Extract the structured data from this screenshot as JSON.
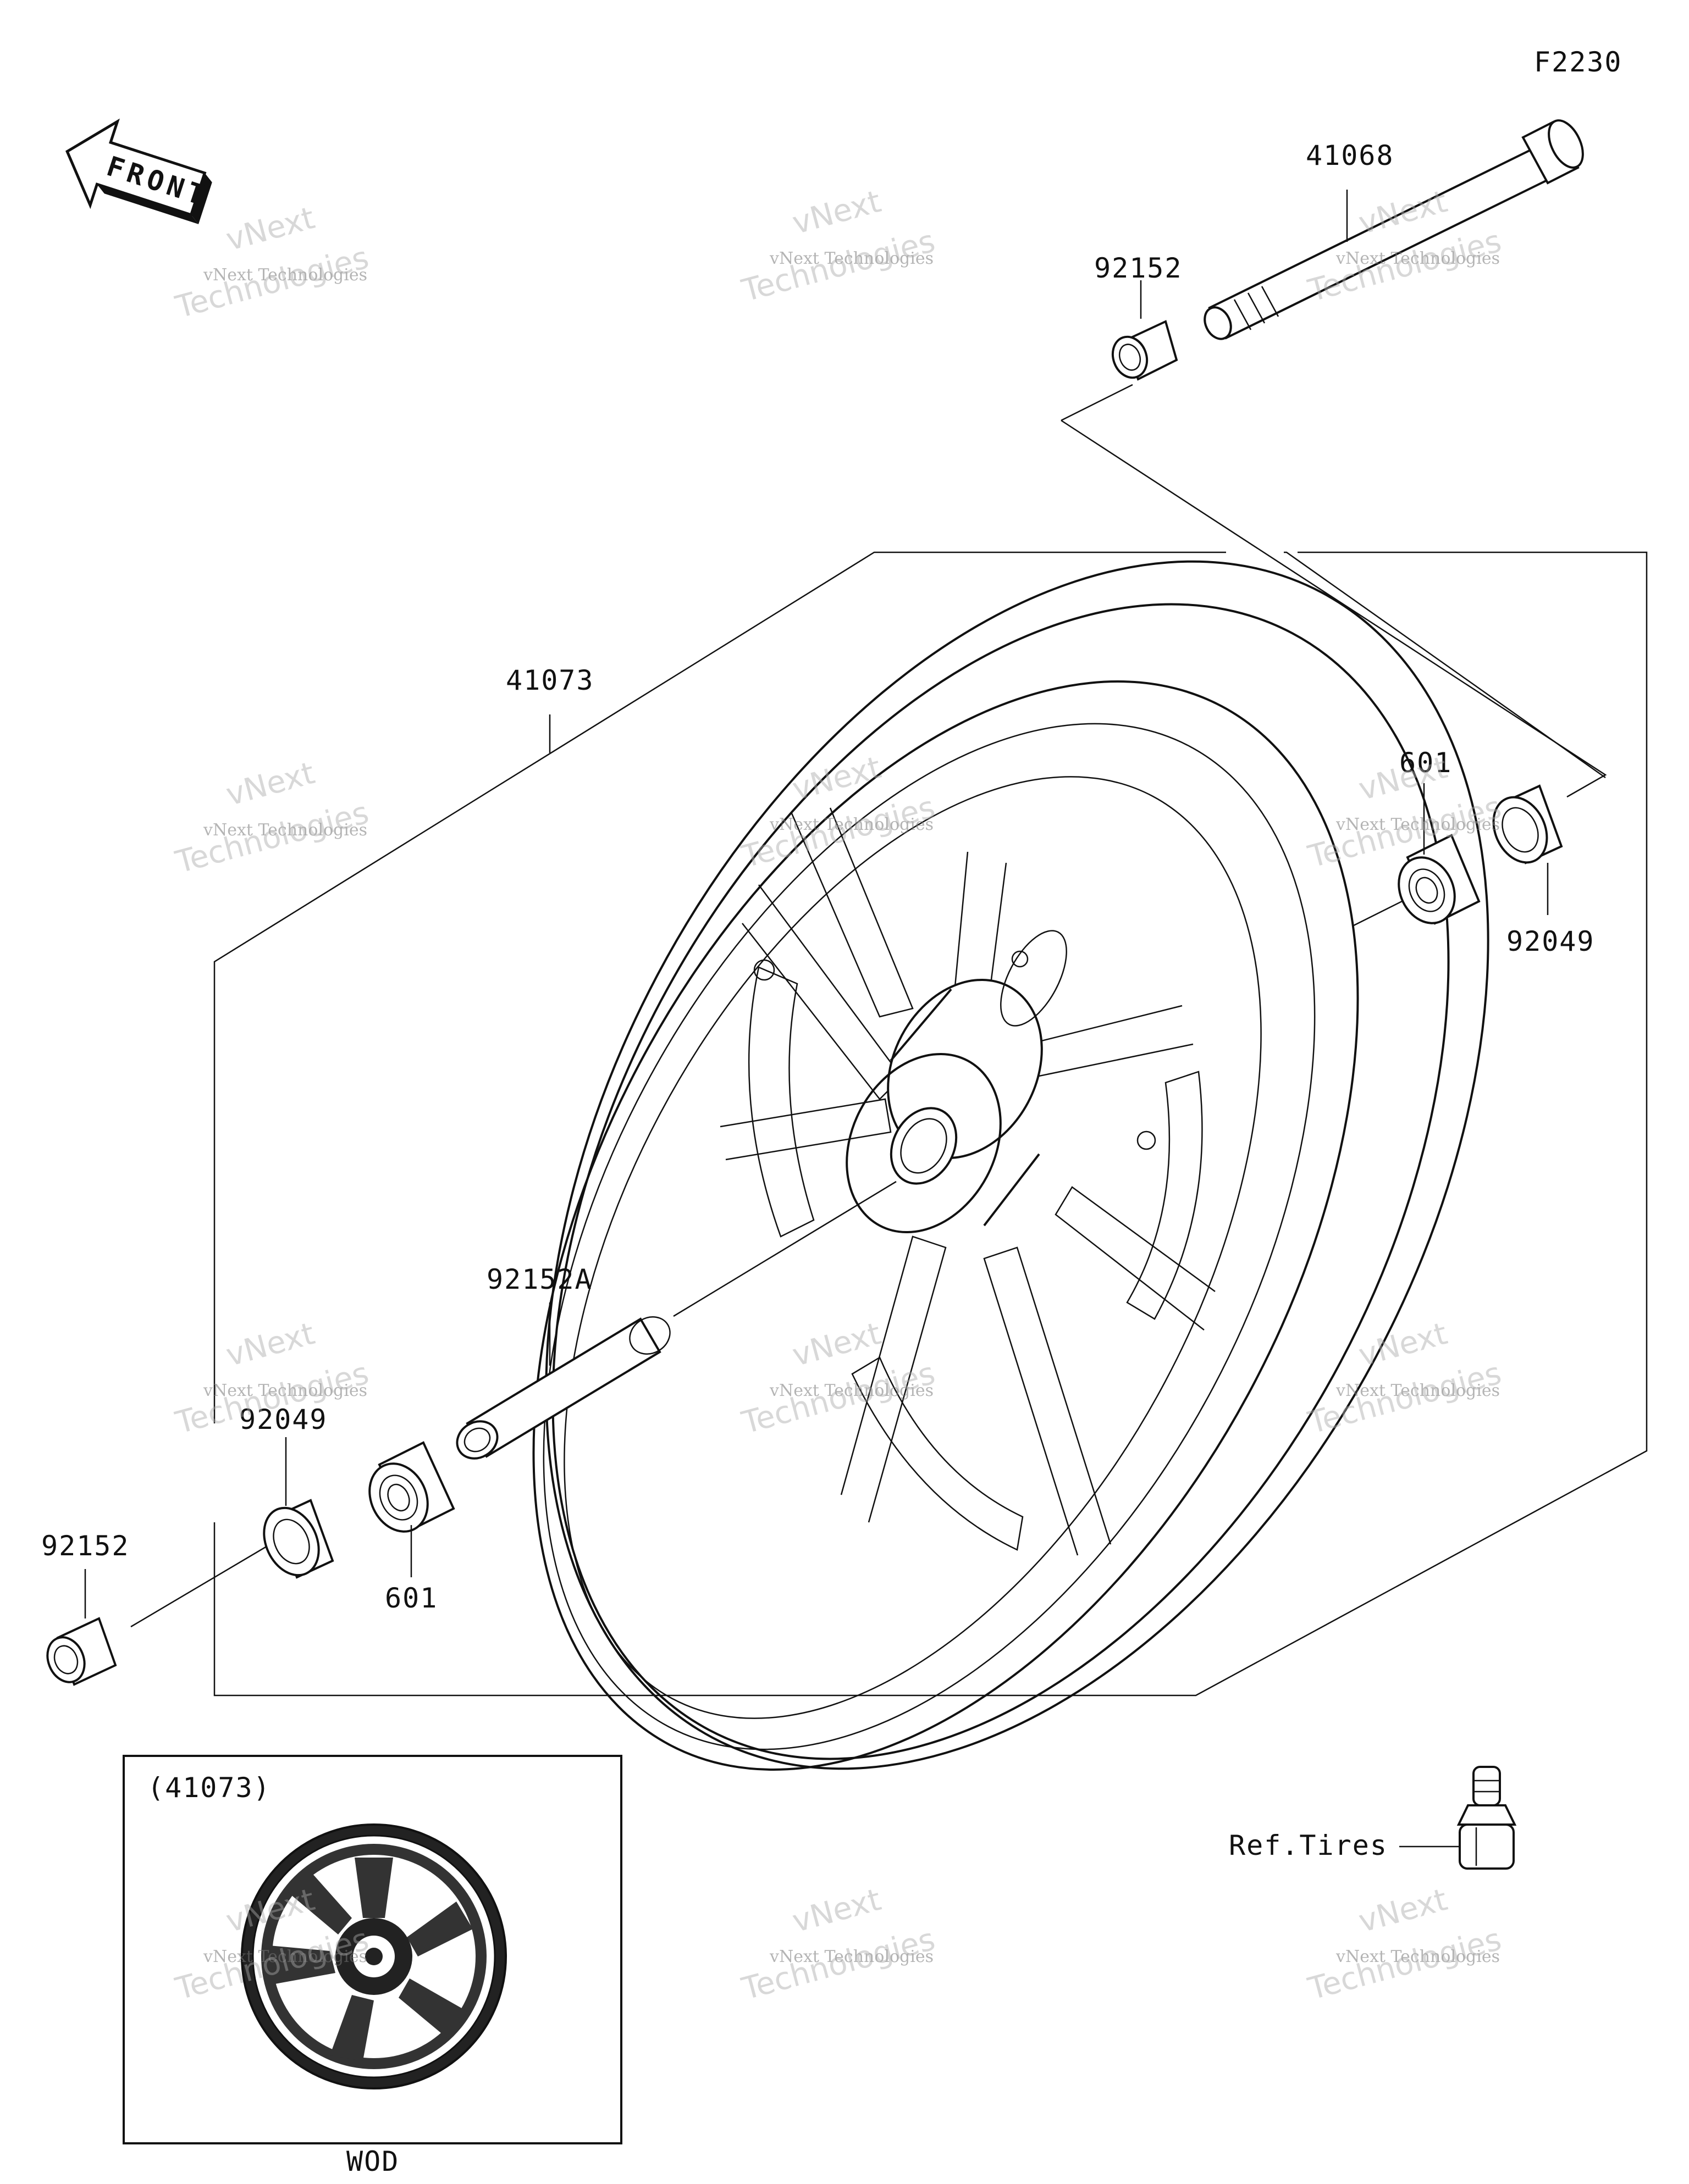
{
  "diagram_code": "F2230",
  "direction_badge": "FRONT",
  "parts": {
    "axle": "41068",
    "collar_top": "92152",
    "wheel": "41073",
    "bearing_right": "601",
    "seal_right": "92049",
    "spacer": "92152A",
    "seal_left": "92049",
    "collar_left": "92152",
    "bearing_left": "601"
  },
  "inset": {
    "title": "(41073)",
    "caption": "WOD"
  },
  "valve": {
    "ref_label": "Ref.Tires"
  },
  "watermark": {
    "line1": "vNext Technologies",
    "line2": "vNext",
    "line3": "Technologies"
  }
}
